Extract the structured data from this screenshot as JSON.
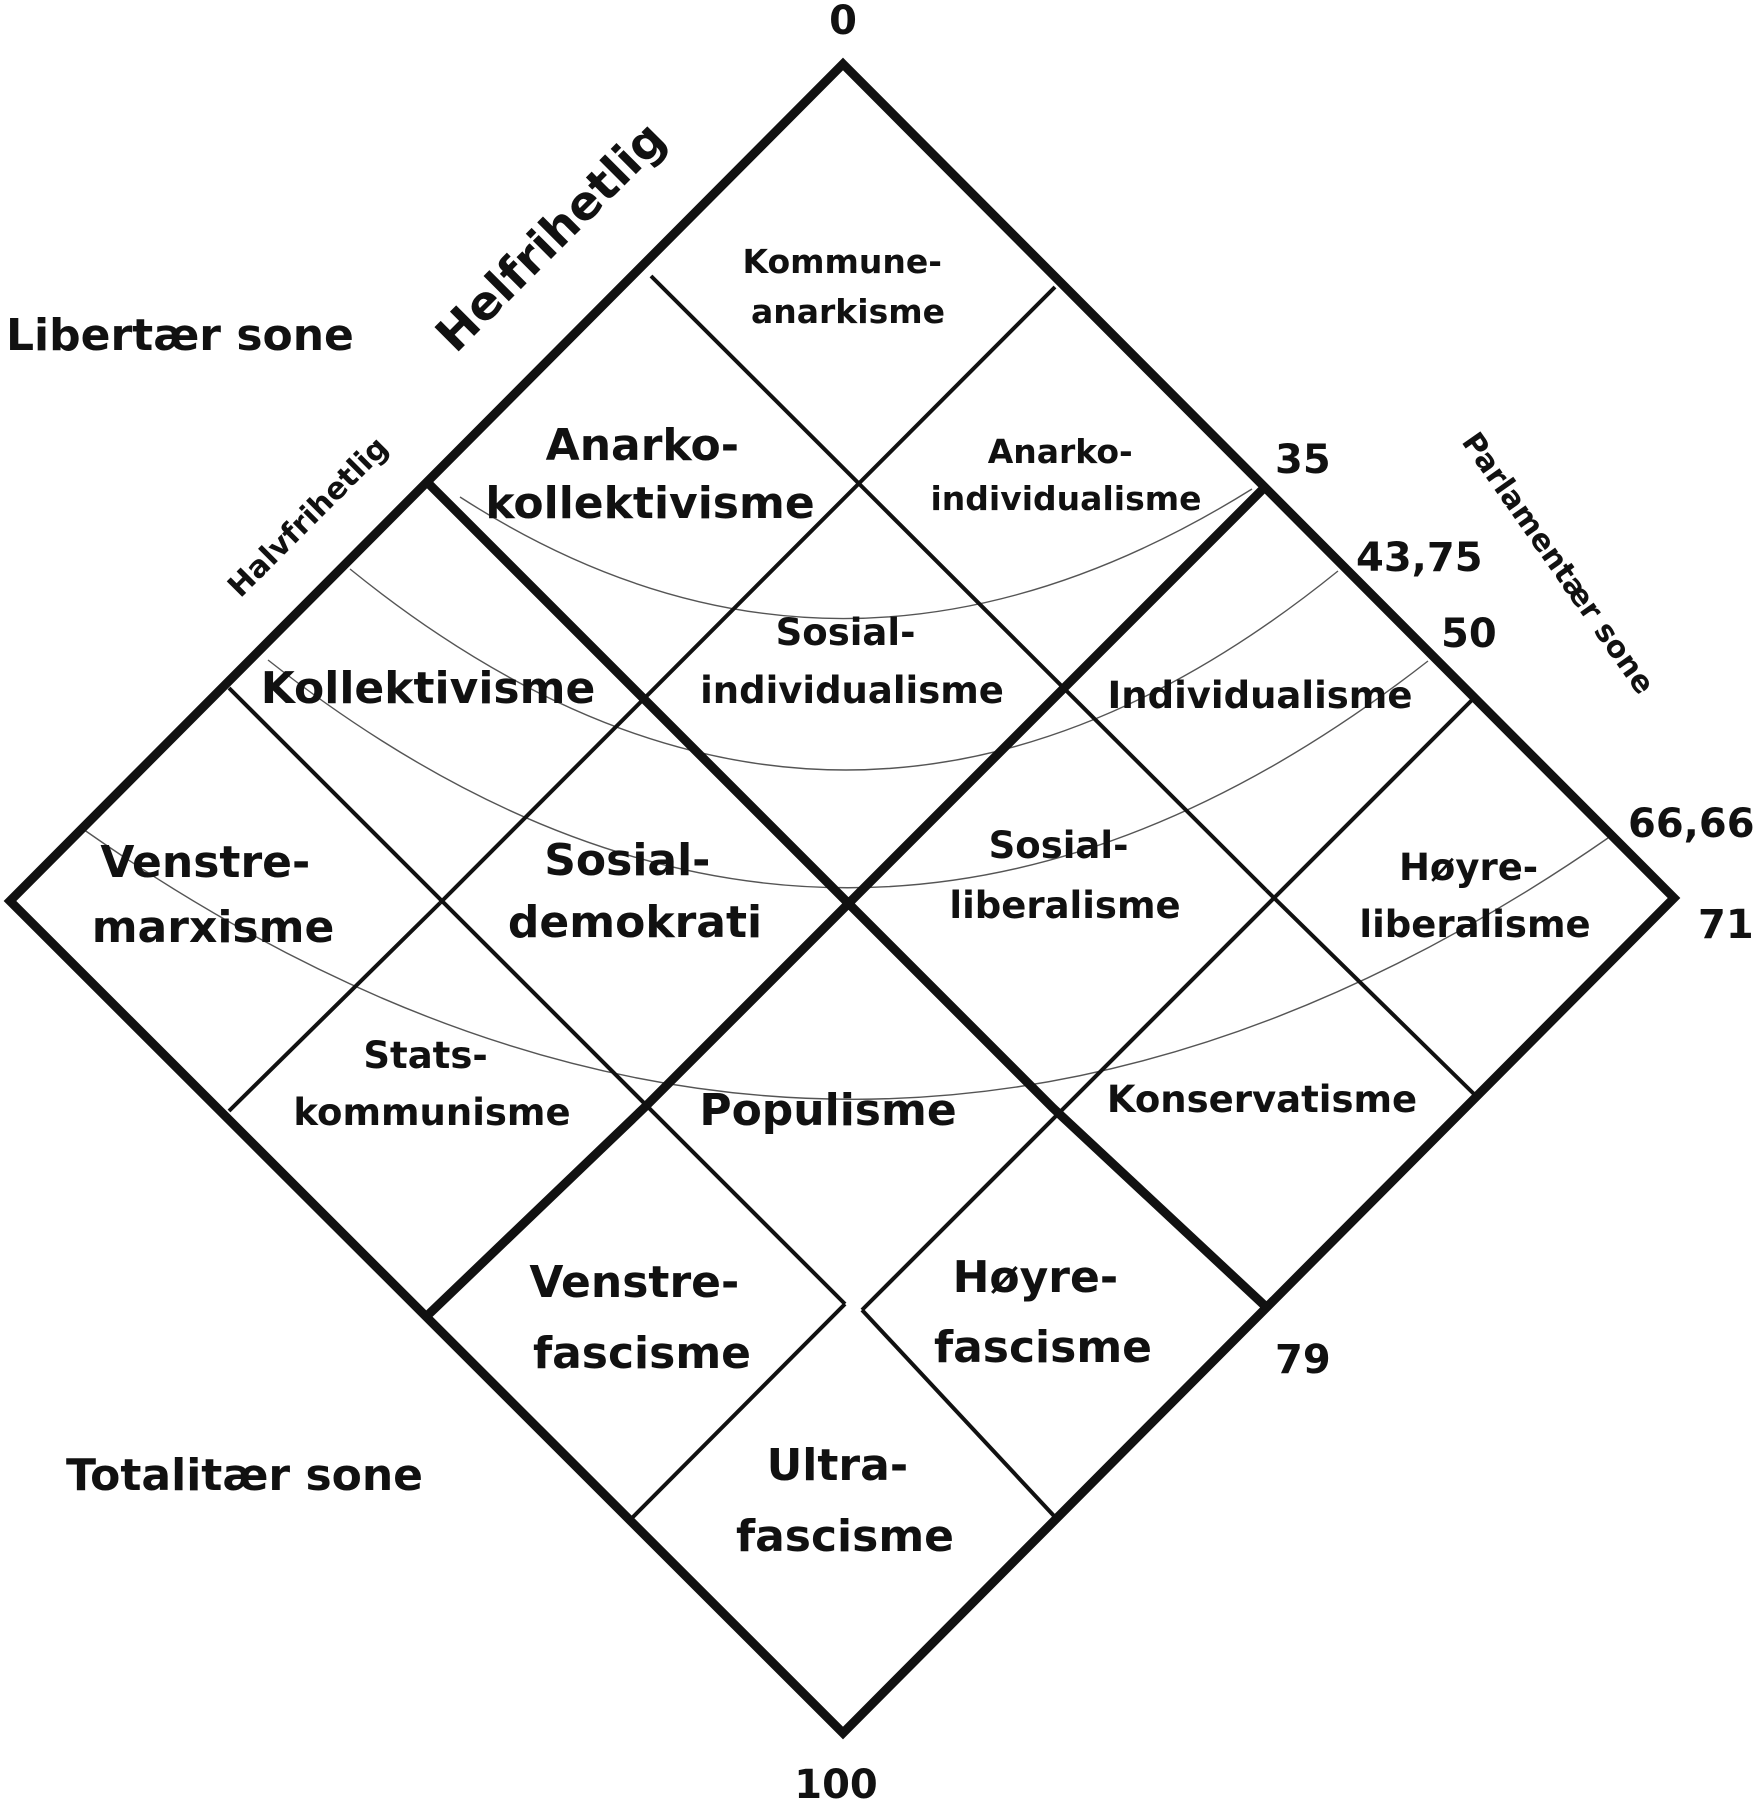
{
  "zones": {
    "libertarian": "Libertær sone",
    "totalitarian": "Totalitær sone",
    "parliamentary": "Parlamentær sone"
  },
  "axis_labels": {
    "full_freedom": "Helfrihetlig",
    "half_freedom": "Halvfrihetlig"
  },
  "scale": {
    "top": "0",
    "bottom": "100",
    "s35": "35",
    "s4375": "43,75",
    "s50": "50",
    "s6666": "66,66",
    "s71": "71",
    "s79": "79"
  },
  "cells": {
    "kommuneanarkisme": [
      "Kommune-",
      "anarkisme"
    ],
    "anarkokollektivisme": [
      "Anarko-",
      "kollektivisme"
    ],
    "anarkoindividualisme": [
      "Anarko-",
      "individualisme"
    ],
    "kollektivisme": [
      "Kollektivisme"
    ],
    "sosialindividualisme": [
      "Sosial-",
      "individualisme"
    ],
    "individualisme": [
      "Individualisme"
    ],
    "venstremarxisme": [
      "Venstre-",
      "marxisme"
    ],
    "sosialdemokrati": [
      "Sosial-",
      "demokrati"
    ],
    "sosialliberalisme": [
      "Sosial-",
      "liberalisme"
    ],
    "hoyreliberalisme": [
      "Høyre-",
      "liberalisme"
    ],
    "statskommunisme": [
      "Stats-",
      "kommunisme"
    ],
    "populisme": [
      "Populisme"
    ],
    "konservatisme": [
      "Konservatisme"
    ],
    "venstrefascisme": [
      "Venstre-",
      "fascisme"
    ],
    "hoyrefascisme": [
      "Høyre-",
      "fascisme"
    ],
    "ultrafascisme": [
      "Ultra-",
      "fascisme"
    ]
  }
}
